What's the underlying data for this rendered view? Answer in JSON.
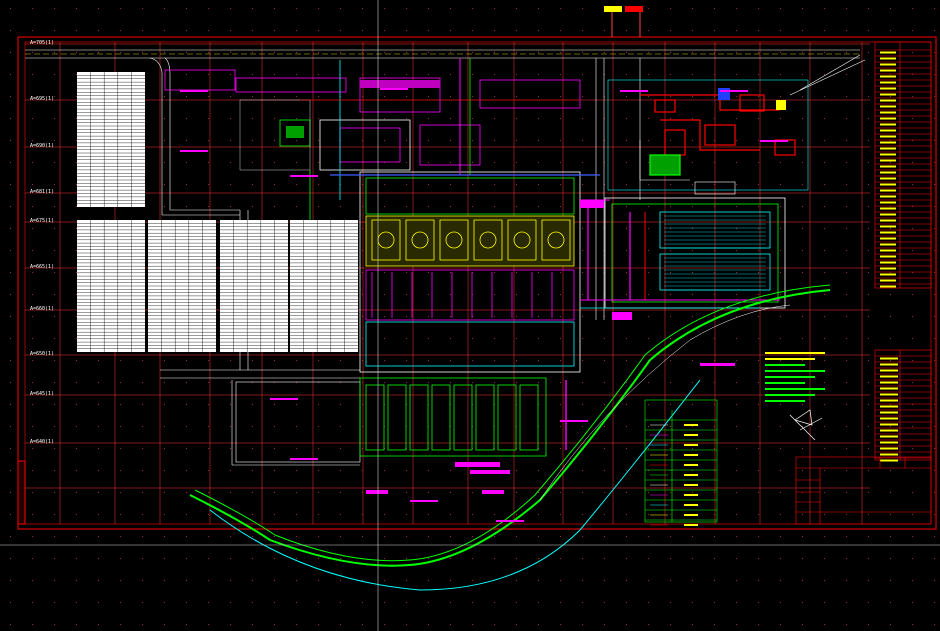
{
  "drawing": {
    "axis_labels": [
      "A=705(1)",
      "A=695(1)",
      "A=690(1)",
      "A=681(1)",
      "A=675(1)",
      "A=665(1)",
      "A=660(1)",
      "A=650(1)",
      "A=645(1)",
      "A=640(1)"
    ],
    "colors": {
      "background": "#000000",
      "frame": "#ff0000",
      "grid": "#ff3333",
      "road": "#ffffff",
      "pipe_red": "#ff0000",
      "pipe_green": "#00ff00",
      "pipe_cyan": "#00ffff",
      "pipe_magenta": "#ff00ff",
      "pipe_yellow": "#ffff00",
      "pipe_blue": "#4060ff"
    },
    "icons": [
      "north-arrow-icon"
    ]
  }
}
